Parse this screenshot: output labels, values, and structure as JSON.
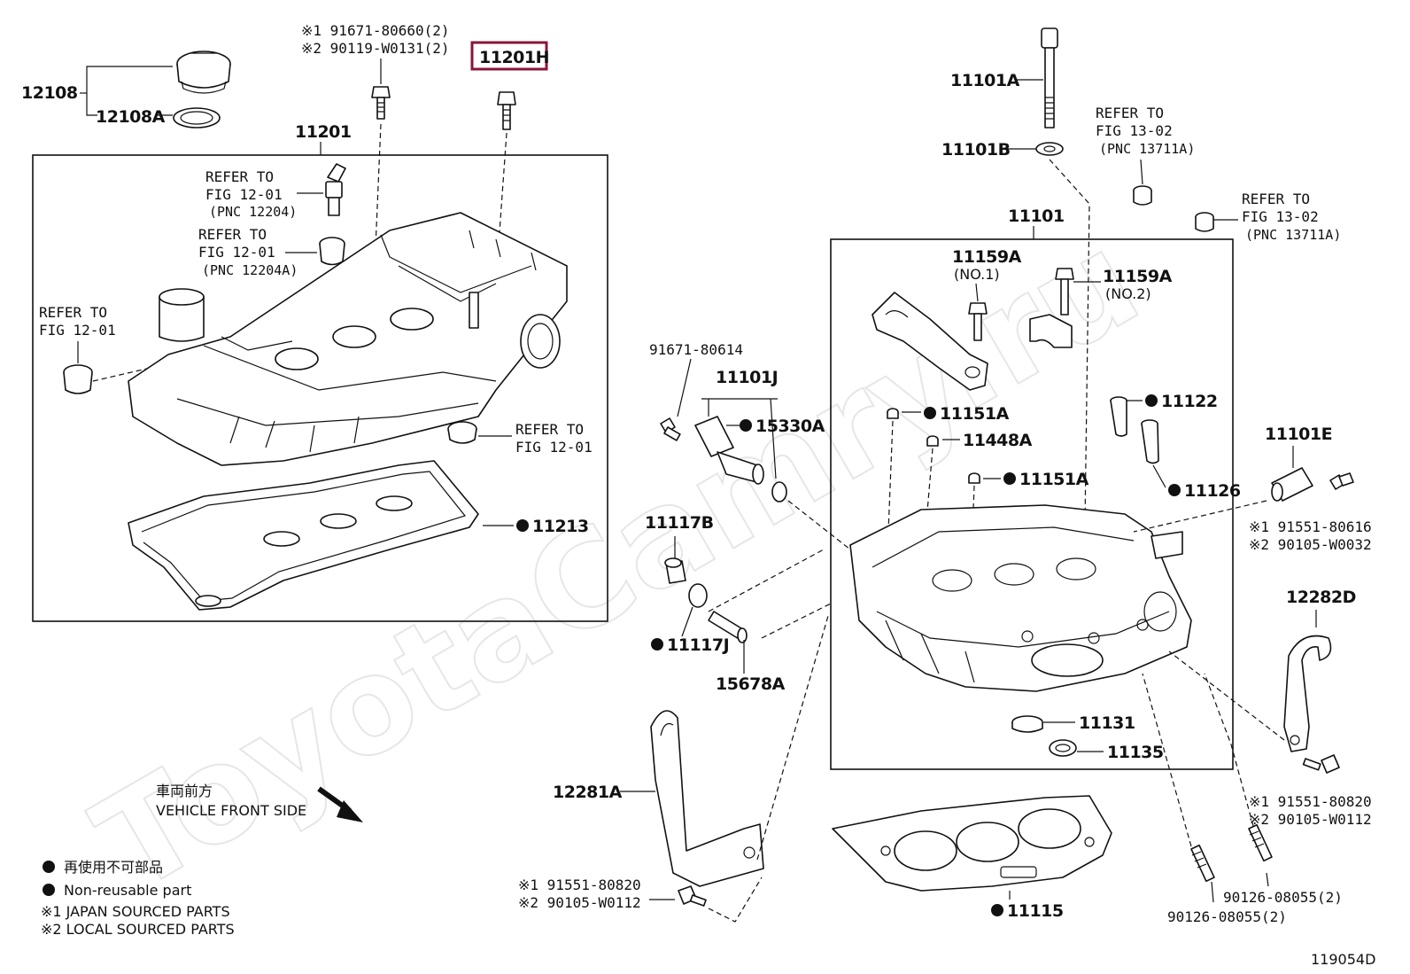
{
  "watermark": "ToyotaCamry.ru",
  "diagram_code": "119054D",
  "highlighted_part": "11201H",
  "parts": {
    "p12108": "12108",
    "p12108A": "12108A",
    "p11201": "11201",
    "p11201H": "11201H",
    "p11213": "11213",
    "p11101": "11101",
    "p11101A": "11101A",
    "p11101B": "11101B",
    "p11101E": "11101E",
    "p11101J": "11101J",
    "p11159A_1": "11159A",
    "p11159A_2": "11159A",
    "p11151A_1": "11151A",
    "p11151A_2": "11151A",
    "p11448A": "11448A",
    "p11122": "11122",
    "p11126": "11126",
    "p11131": "11131",
    "p11135": "11135",
    "p11115": "11115",
    "p15330A": "15330A",
    "p11117B": "11117B",
    "p11117J": "11117J",
    "p15678A": "15678A",
    "p12281A": "12281A",
    "p12282D": "12282D",
    "p91671_80614": "91671-80614",
    "p90126_a": "90126-08055(2)",
    "p90126_b": "90126-08055(2)",
    "no1": "(NO.1)",
    "no2": "(NO.2)"
  },
  "bolt_notes": {
    "top_1": "※1 91671-80660(2)",
    "top_2": "※2 90119-W0131(2)",
    "e_1": "※1 91551-80616",
    "e_2": "※2 90105-W0032",
    "d_1": "※1 91551-80820",
    "d_2": "※2 90105-W0112",
    "a_1": "※1 91551-80820",
    "a_2": "※2 90105-W0112"
  },
  "refs": {
    "r1_l1": "REFER TO",
    "r1_l2": "FIG 12-01",
    "r1_l3": "(PNC 12204)",
    "r2_l1": "REFER TO",
    "r2_l2": "FIG 12-01",
    "r2_l3": "(PNC 12204A)",
    "r3_l1": "REFER TO",
    "r3_l2": "FIG 12-01",
    "r4_l1": "REFER TO",
    "r4_l2": "FIG 12-01",
    "r5_l1": "REFER TO",
    "r5_l2": "FIG 13-02",
    "r5_l3": "(PNC 13711A)",
    "r6_l1": "REFER TO",
    "r6_l2": "FIG 13-02",
    "r6_l3": "(PNC 13711A)"
  },
  "orientation": {
    "jp": "車両前方",
    "en": "VEHICLE FRONT SIDE"
  },
  "legend": {
    "nonreusable_jp": "再使用不可部品",
    "nonreusable_en": "Non-reusable part",
    "note1": "※1 JAPAN SOURCED PARTS",
    "note2": "※2 LOCAL SOURCED PARTS"
  },
  "colors": {
    "highlight": "#8b1538",
    "ink": "#111111",
    "watermark": "#e6e6e6"
  }
}
